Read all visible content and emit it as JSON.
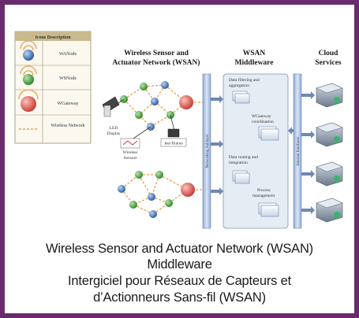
{
  "legend": {
    "title": "Icons Description",
    "items": [
      {
        "label": "WANode",
        "icon": "blue-node-icon",
        "color": "#3f6fb5"
      },
      {
        "label": "WSNode",
        "icon": "green-node-icon",
        "color": "#3a9a3a"
      },
      {
        "label": "WGateway",
        "icon": "red-node-icon",
        "color": "#d9534f"
      },
      {
        "label": "Wireless Network",
        "icon": "dashed-link-icon",
        "color": "#e8a050"
      }
    ]
  },
  "sections": {
    "wsan_title_line1": "Wireless Sensor and",
    "wsan_title_line2": "Actuator Network (WSAN)",
    "middleware_title_line1": "WSAN",
    "middleware_title_line2": "Middleware",
    "cloud_title_line1": "Cloud",
    "cloud_title_line2": "Services"
  },
  "devices": {
    "led_display_line1": "LED",
    "led_display_line2": "Display",
    "wireless_sensors_line1": "Wireless",
    "wireless_sensors_line2": "Sensors",
    "actuator": "Jeer Button"
  },
  "bus": {
    "left": "Networking Sublayer",
    "right": "Internet Interfaces"
  },
  "middleware_blocks": [
    {
      "line1": "Data filtering and",
      "line2": "aggregation"
    },
    {
      "line1": "WGateway",
      "line2": "coordination"
    },
    {
      "line1": "Data routing and",
      "line2": "integration"
    },
    {
      "line1": "Process",
      "line2": "management"
    }
  ],
  "cloud_servers": 4,
  "caption": {
    "line1": "Wireless Sensor and Actuator Network (WSAN)",
    "line2": "Middleware",
    "line3": "Intergiciel pour Réseaux de Capteurs et",
    "line4": "d’Actionneurs Sans-fil (WSAN)"
  },
  "colors": {
    "border": "#6a2a6e",
    "bus": "#b9cbe6",
    "middleware_bg": "#e6ecf4",
    "link": "#e8a050"
  }
}
